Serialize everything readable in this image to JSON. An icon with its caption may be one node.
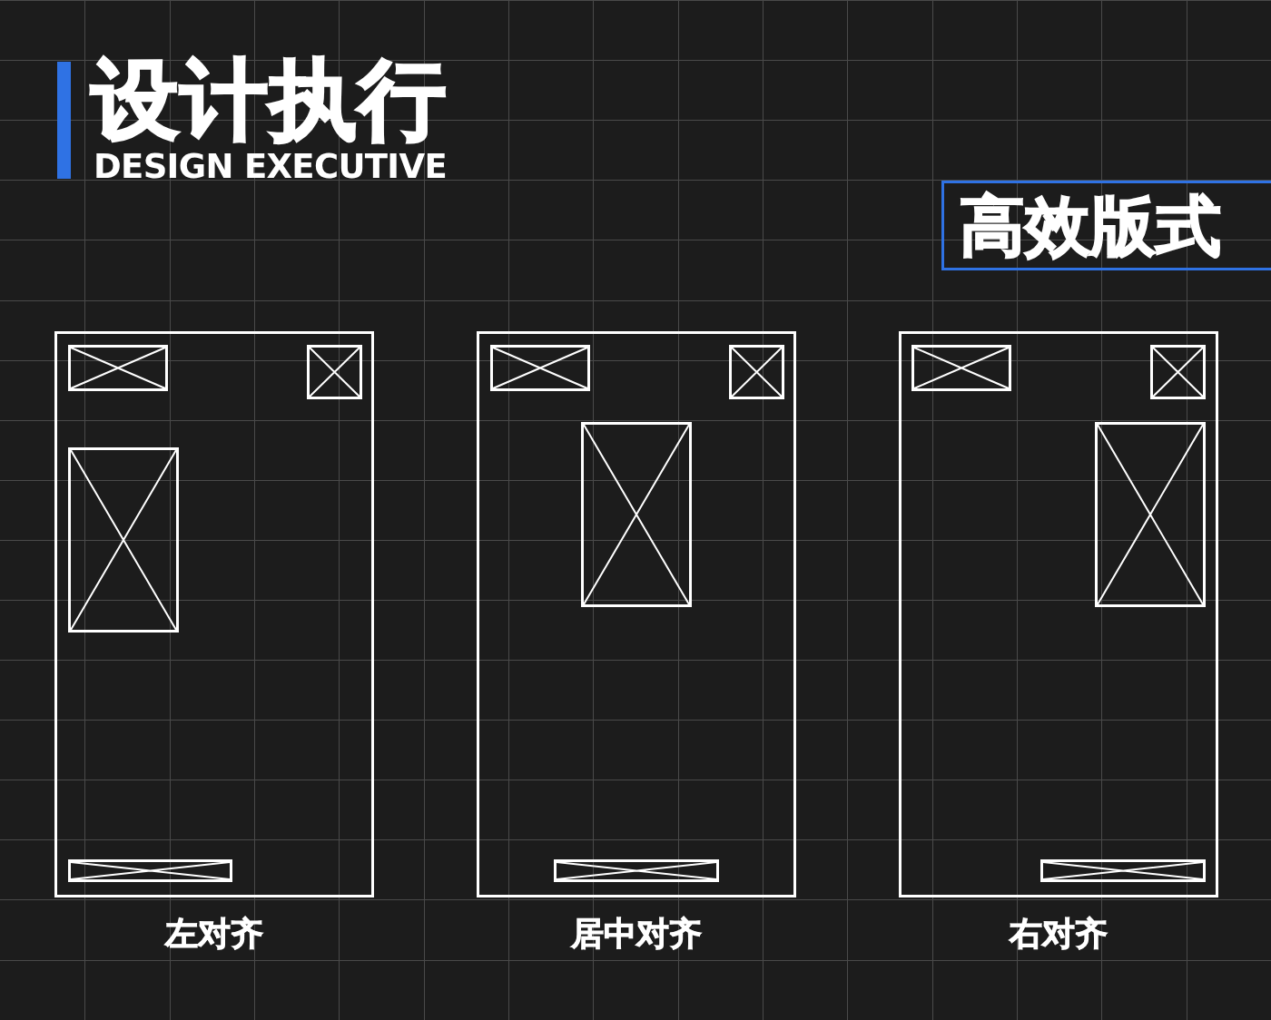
{
  "diagram": {
    "title": "设计执行",
    "nodes": [
      {
        "text": [
          "高效版式"
        ]
      },
      {
        "text": [],
        "shape": "box",
        "beside": [
          "左对齐"
        ]
      },
      {
        "text": [],
        "shape": "box",
        "in": 1
      },
      {
        "text": [],
        "shape": "box",
        "in": 1
      },
      {
        "text": [],
        "shape": "box",
        "in": 1
      },
      {
        "text": [],
        "shape": "box",
        "in": 1
      },
      {
        "text": [],
        "shape": "box",
        "beside": [
          "居中对齐"
        ]
      },
      {
        "text": [],
        "shape": "box",
        "in": 6
      },
      {
        "text": [],
        "shape": "box",
        "in": 6
      },
      {
        "text": [],
        "shape": "box",
        "in": 6
      },
      {
        "text": [],
        "shape": "box",
        "in": 6
      },
      {
        "text": [],
        "shape": "box",
        "beside": [
          "右对齐"
        ]
      },
      {
        "text": [],
        "shape": "box",
        "in": 11
      },
      {
        "text": [],
        "shape": "box",
        "in": 11
      },
      {
        "text": [],
        "shape": "box",
        "in": 11
      },
      {
        "text": [],
        "shape": "box",
        "in": 11
      }
    ],
    "labels": [
      "DESIGN EXECUTIVE"
    ]
  }
}
